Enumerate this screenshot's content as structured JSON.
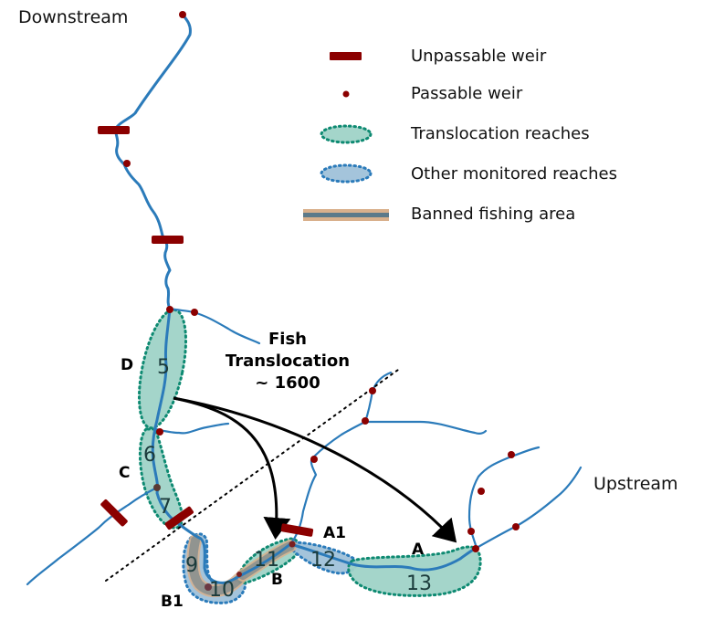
{
  "labels": {
    "downstream": "Downstream",
    "upstream": "Upstream",
    "translocation_title_line1": "Fish",
    "translocation_title_line2": "Translocation",
    "translocation_title_line3": "~ 1600"
  },
  "legend": {
    "items": [
      {
        "icon": "unpassable-weir-icon",
        "label": "Unpassable weir"
      },
      {
        "icon": "passable-weir-icon",
        "label": "Passable weir"
      },
      {
        "icon": "translocation-reach-icon",
        "label": "Translocation reaches"
      },
      {
        "icon": "other-reach-icon",
        "label": "Other monitored reaches"
      },
      {
        "icon": "banned-fishing-icon",
        "label": "Banned fishing area"
      }
    ]
  },
  "sites": {
    "D": "D",
    "C": "C",
    "B1": "B1",
    "B": "B",
    "A1": "A1",
    "A": "A"
  },
  "reaches": {
    "r5": "5",
    "r6": "6",
    "r7": "7",
    "r9": "9",
    "r10": "10",
    "r11": "11",
    "r12": "12",
    "r13": "13"
  },
  "colors": {
    "river": "#2b7bba",
    "weir": "#8b0000",
    "translocation_fill": "#9fd3c7",
    "translocation_border": "#0e8a72",
    "other_fill": "#9fc1d9",
    "other_border": "#2b7bba",
    "banned_outer": "#d9b08c",
    "banned_inner": "#5c7a8a"
  }
}
